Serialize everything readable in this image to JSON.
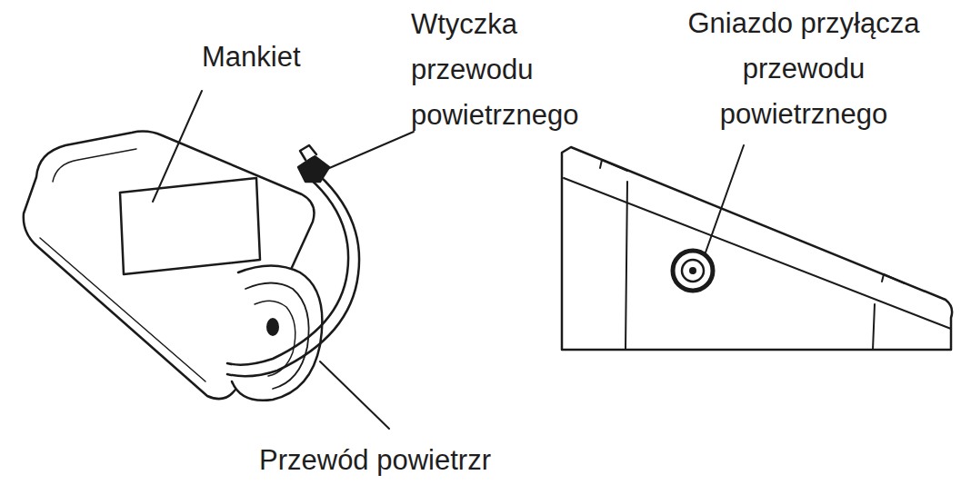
{
  "diagram": {
    "labels": [
      "Mankiet",
      "Wtyczka przewodu powietrznego",
      "Gniazdo przyłącza przewodu powietrznego",
      "Przewód powietrzr"
    ]
  }
}
